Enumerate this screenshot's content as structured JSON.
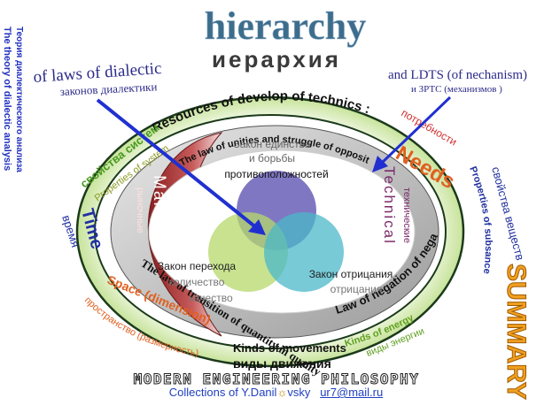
{
  "title": {
    "en": "hierarchy",
    "ru": "иерархия"
  },
  "left_header": {
    "en": "of laws of dialectic",
    "ru": "законов диалектики"
  },
  "right_header": {
    "en": "and LDTS (of nechanism)",
    "ru": "и ЗРТС (механизмов )"
  },
  "vertical_left": {
    "line1": "The theory of dialectic analysis",
    "line2": "Теория диалектического анализа"
  },
  "summary": "SUMMARY",
  "outer_ring": {
    "resources": "Resources of develop of technics :",
    "needs": "Needs",
    "needs_ru": "потребности",
    "props_system_en": "Properties of system",
    "props_system_ru": "свойства систем",
    "time_en": "Time",
    "time_ru": "время",
    "space_en": "Space (dimension)",
    "space_ru": "пространство (размерность)",
    "kinds_movements_en": "Kinds of movements",
    "kinds_movements_ru": "виды движения",
    "kinds_energy_en": "Kinds of energy",
    "kinds_energy_ru": "виды энергии",
    "props_substance_en": "Properties of subsance",
    "props_substance_ru": "свойства веществ"
  },
  "inner_ring": {
    "unity_en": "The law of unities and struggle of opposites",
    "quantity_en": "The law of transition of quantity in quality",
    "negation_en": "Law of negation of negation",
    "market_en": "Market",
    "market_ru": "рыночные",
    "technical_en": "Technical",
    "technical_ru": "технические"
  },
  "center": {
    "unity_ru_1": "Закон единства",
    "unity_ru_2": "и борьбы",
    "unity_ru_3": "противоположностей",
    "transition_ru_1": "Закон перехода",
    "transition_ru_2": "количество",
    "transition_ru_3": "качество",
    "negation_ru_1": "Закон отрицания",
    "negation_ru_2": "отрицания"
  },
  "footer": {
    "title": "MODERN ENGINEERING PHILOSOPHY",
    "collections": "Collections of Y.Danil",
    "sun": "☼",
    "vsky": "vsky",
    "email": "ur7@mail.ru"
  },
  "colors": {
    "title": "#3d6d8c",
    "ring_green": "#8bc34a",
    "ring_dark": "#1b3a1b",
    "market_red": "#b03030",
    "technical_purple": "#7a2a6a",
    "arrow_blue": "#2030d0",
    "circle_purple": "#6a5fb8",
    "circle_green": "#b6d86a",
    "circle_teal": "#4ab8c8"
  }
}
